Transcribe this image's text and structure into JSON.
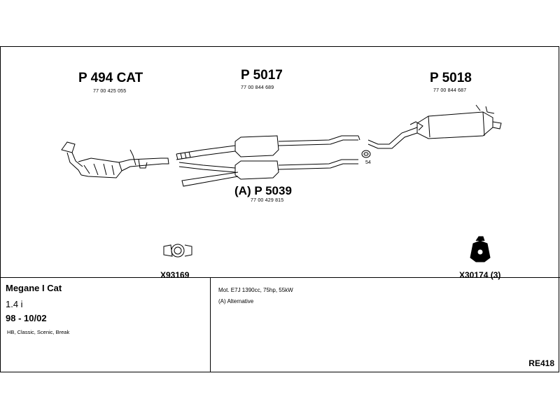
{
  "parts": [
    {
      "number": "P 494 CAT",
      "oem": "77 00 425 055"
    },
    {
      "number": "P 5017",
      "oem": "77 00 844 689"
    },
    {
      "number": "P 5018",
      "oem": "77 00 844 687"
    },
    {
      "number": "(A) P 5039",
      "oem": "77 00 429 815"
    }
  ],
  "gasket_label": "54",
  "accessories": [
    {
      "label": "X93169",
      "icon": "clamp-icon"
    },
    {
      "label": "X30174 (3)",
      "icon": "rubber-mount-icon"
    }
  ],
  "vehicle": {
    "model": "Megane I Cat",
    "engine": "1.4 i",
    "years": "98 - 10/02",
    "bodies": "HB, Classic, Scenic, Break"
  },
  "notes": {
    "spec": "Mot. E7J 1390cc, 75hp, 55kW",
    "alternative": "(A) Alternative"
  },
  "code": "RE418"
}
